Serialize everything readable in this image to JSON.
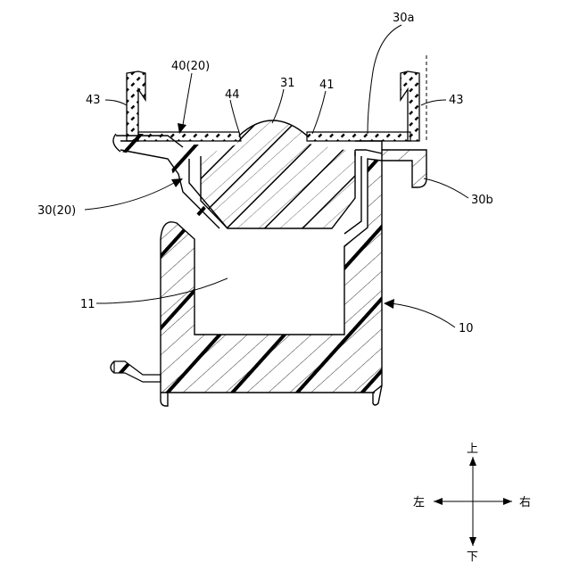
{
  "labels": {
    "l43_left": "43",
    "l40_20": "40(20)",
    "l44": "44",
    "l31": "31",
    "l41": "41",
    "l30a": "30a",
    "l43_right": "43",
    "l30_20": "30(20)",
    "l30b": "30b",
    "l11": "11",
    "l10": "10"
  },
  "compass": {
    "up": "上",
    "down": "下",
    "left": "左",
    "right": "右"
  }
}
